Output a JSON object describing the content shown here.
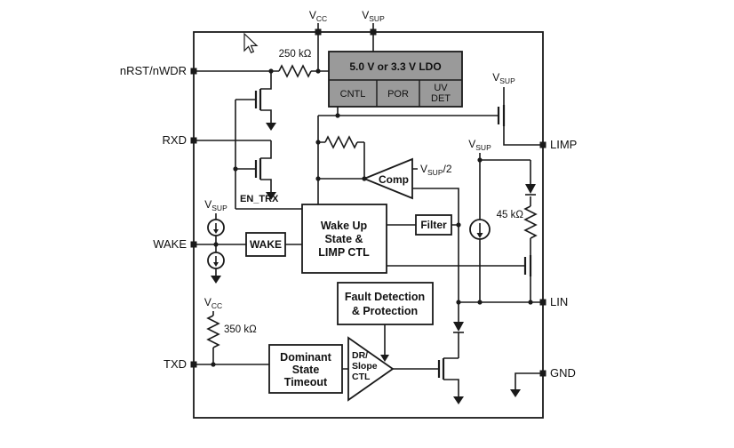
{
  "colors": {
    "ldo_fill": "#9a9a9a",
    "line": "#1a1a1a"
  },
  "labels": {
    "v": "V",
    "cc": "CC",
    "sup": "SUP",
    "sup_half_suffix": "/2"
  },
  "pins": {
    "nrst": "nRST/nWDR",
    "rxd": "RXD",
    "wake": "WAKE",
    "txd": "TXD",
    "limp": "LIMP",
    "lin": "LIN",
    "gnd": "GND"
  },
  "resistors": {
    "r250": "250 kΩ",
    "r350": "350 kΩ",
    "r45": "45 kΩ"
  },
  "signals": {
    "en_trx": "EN_TRX"
  },
  "blocks": {
    "ldo": {
      "title": "5.0 V or 3.3 V LDO",
      "cntl": "CNTL",
      "por": "POR",
      "uv_line1": "UV",
      "uv_line2": "DET"
    },
    "comp": "Comp",
    "filter": "Filter",
    "wake_detect": "WAKE",
    "wakeup": {
      "line1": "Wake Up",
      "line2": "State &",
      "line3": "LIMP CTL"
    },
    "fault": {
      "line1": "Fault Detection",
      "line2": "& Protection"
    },
    "dominant": {
      "line1": "Dominant",
      "line2": "State",
      "line3": "Timeout"
    },
    "slope": {
      "line1": "DR/",
      "line2": "Slope",
      "line3": "CTL"
    }
  }
}
